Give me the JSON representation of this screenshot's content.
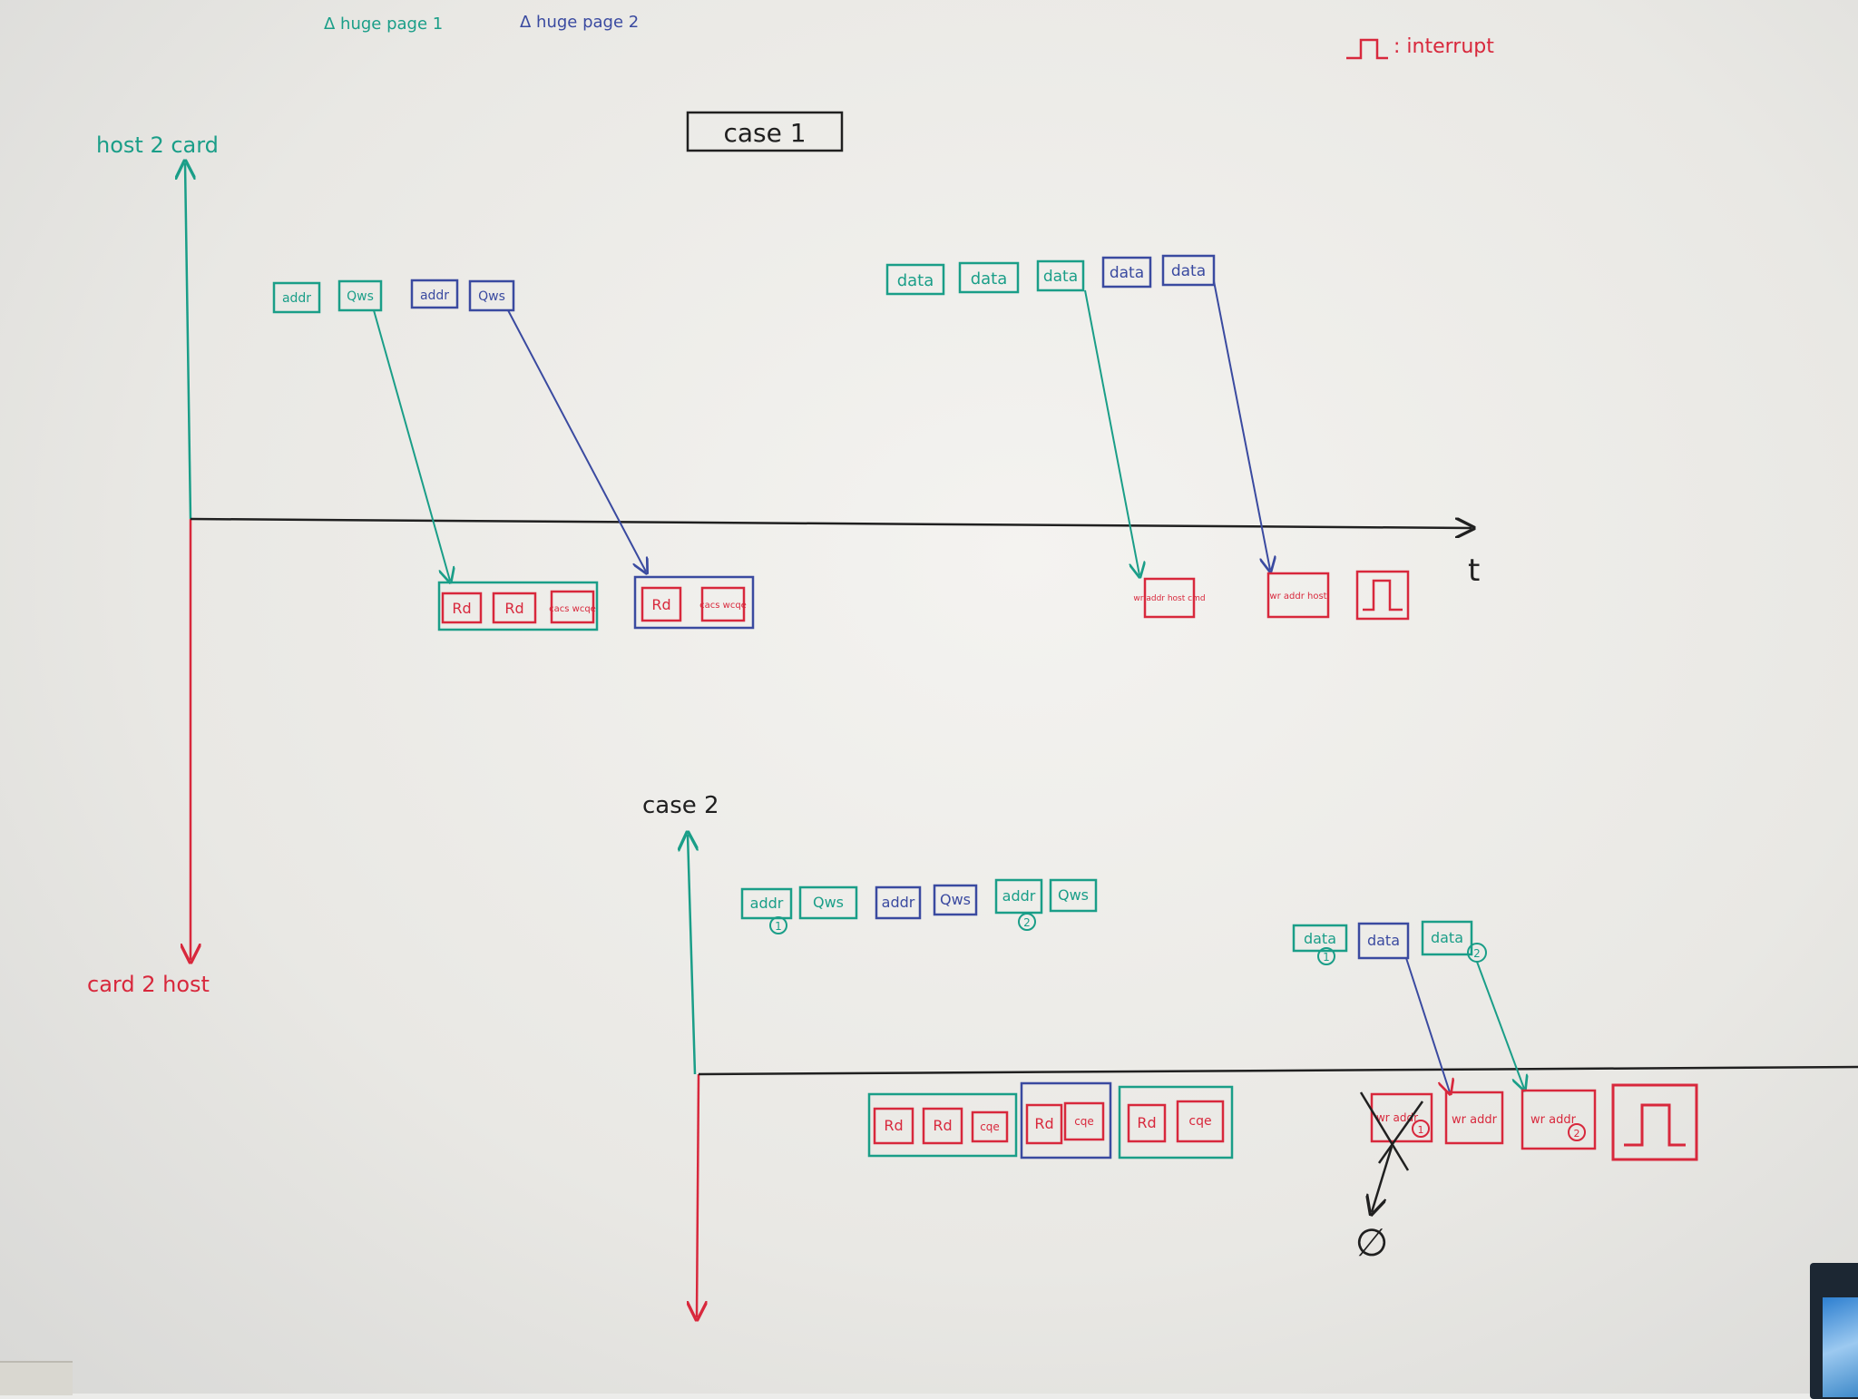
{
  "colors": {
    "green": "#1a9e88",
    "blue": "#3a4aa0",
    "red": "#d8283c",
    "black": "#202020"
  },
  "legend": {
    "huge_page_1": "Δ huge page 1",
    "huge_page_2": "Δ huge page 2",
    "interrupt": ": interrupt"
  },
  "axes": {
    "host2card": "host 2 card",
    "card2host": "card 2 host",
    "time": "t"
  },
  "case1": {
    "title": "case 1",
    "host_packets": [
      {
        "label": "addr",
        "color": "green"
      },
      {
        "label": "Qws",
        "color": "green"
      },
      {
        "label": "addr",
        "color": "blue"
      },
      {
        "label": "Qws",
        "color": "blue"
      }
    ],
    "data_packets": [
      {
        "label": "data",
        "color": "green"
      },
      {
        "label": "data",
        "color": "green"
      },
      {
        "label": "data",
        "color": "green"
      },
      {
        "label": "data",
        "color": "blue"
      },
      {
        "label": "data",
        "color": "blue"
      }
    ],
    "card_group_1": [
      "Rd",
      "Rd",
      "cacs wcqe"
    ],
    "card_group_2": [
      "Rd",
      "cacs wcqe"
    ],
    "write_1": "wr addr host cmd",
    "write_2": "wr addr host"
  },
  "case2": {
    "title": "case 2",
    "host_packets": [
      {
        "label": "addr",
        "marker": "1",
        "color": "green"
      },
      {
        "label": "Qws",
        "marker": "",
        "color": "green"
      },
      {
        "label": "addr",
        "marker": "",
        "color": "blue"
      },
      {
        "label": "Qws",
        "marker": "",
        "color": "blue"
      },
      {
        "label": "addr",
        "marker": "2",
        "color": "green"
      },
      {
        "label": "Qws",
        "marker": "",
        "color": "green"
      }
    ],
    "data_packets": [
      {
        "label": "data",
        "marker": "1",
        "color": "green"
      },
      {
        "label": "data",
        "marker": "",
        "color": "blue"
      },
      {
        "label": "data",
        "marker": "2",
        "color": "green"
      }
    ],
    "card_group_1": [
      "Rd",
      "Rd",
      "cqe"
    ],
    "card_group_2": [
      "Rd",
      "cqe"
    ],
    "card_group_3": [
      "Rd",
      "cqe"
    ],
    "writes": [
      {
        "label": "wr addr",
        "marker": "1"
      },
      {
        "label": "wr addr",
        "marker": ""
      },
      {
        "label": "wr addr",
        "marker": "2"
      }
    ],
    "dropped": "∅"
  }
}
